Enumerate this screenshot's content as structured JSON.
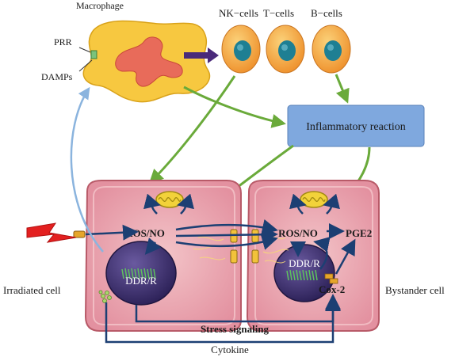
{
  "labels": {
    "macrophage": "Macrophage",
    "prr": "PRR",
    "damps": "DAMPs",
    "nk_cells": "NK−cells",
    "t_cells": "T−cells",
    "b_cells": "B−cells",
    "inflammatory_reaction": "Inflammatory reaction",
    "ros_no_left": "ROS/NO",
    "ros_no_right": "ROS/NO",
    "ddr_left": "DDR/R",
    "ddr_right": "DDR/R",
    "pge2": "PGE2",
    "cox2": "Cox-2",
    "irradiated_cell": "Irradiated cell",
    "bystander_cell": "Bystander cell",
    "stress_signaling": "Stress signaling",
    "cytokine": "Cytokine"
  },
  "colors": {
    "cell_fill": "#e8a0a8",
    "cell_edge": "#b85a68",
    "nucleus": "#3a2f6b",
    "macrophage_fill": "#f7c840",
    "lymphocyte_fill": "#f4a53a",
    "lymphocyte_nucleus": "#1e7f93",
    "inflammatory_box": "#7fa8de",
    "dark_arrow": "#1c3f73",
    "green_arrow": "#6aaa3a",
    "blue_arrow": "#8bb4de",
    "lightning": "#e32020"
  }
}
